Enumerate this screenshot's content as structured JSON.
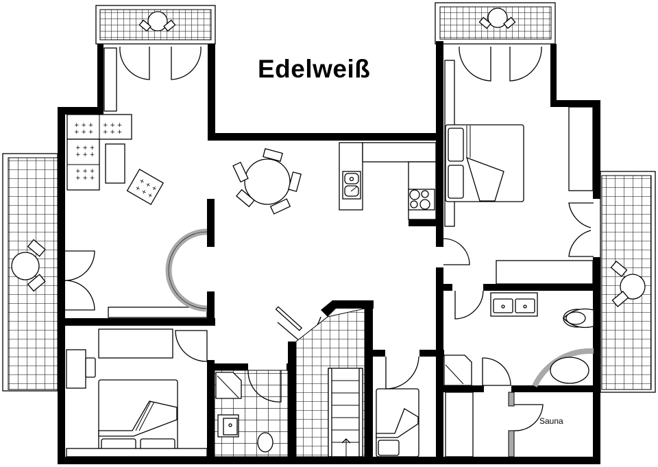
{
  "plan": {
    "title": "Edelweiß",
    "room_labels": {
      "sauna": "Sauna"
    },
    "colors": {
      "wall": "#000000",
      "background": "#ffffff",
      "accent_grey": "#a9a9a9"
    },
    "rooms": [
      {
        "id": "balcony-top-left",
        "type": "balcony"
      },
      {
        "id": "balcony-top-right",
        "type": "balcony"
      },
      {
        "id": "balcony-left",
        "type": "balcony"
      },
      {
        "id": "balcony-right",
        "type": "balcony"
      },
      {
        "id": "living-room",
        "type": "living"
      },
      {
        "id": "kitchen-dining",
        "type": "kitchen"
      },
      {
        "id": "master-bedroom",
        "type": "bedroom"
      },
      {
        "id": "bedroom-bottom-left",
        "type": "bedroom"
      },
      {
        "id": "bedroom-small",
        "type": "bedroom"
      },
      {
        "id": "bathroom-main",
        "type": "bathroom"
      },
      {
        "id": "bathroom-small",
        "type": "bathroom"
      },
      {
        "id": "staircase",
        "type": "stairs"
      },
      {
        "id": "sauna",
        "type": "sauna"
      }
    ]
  }
}
